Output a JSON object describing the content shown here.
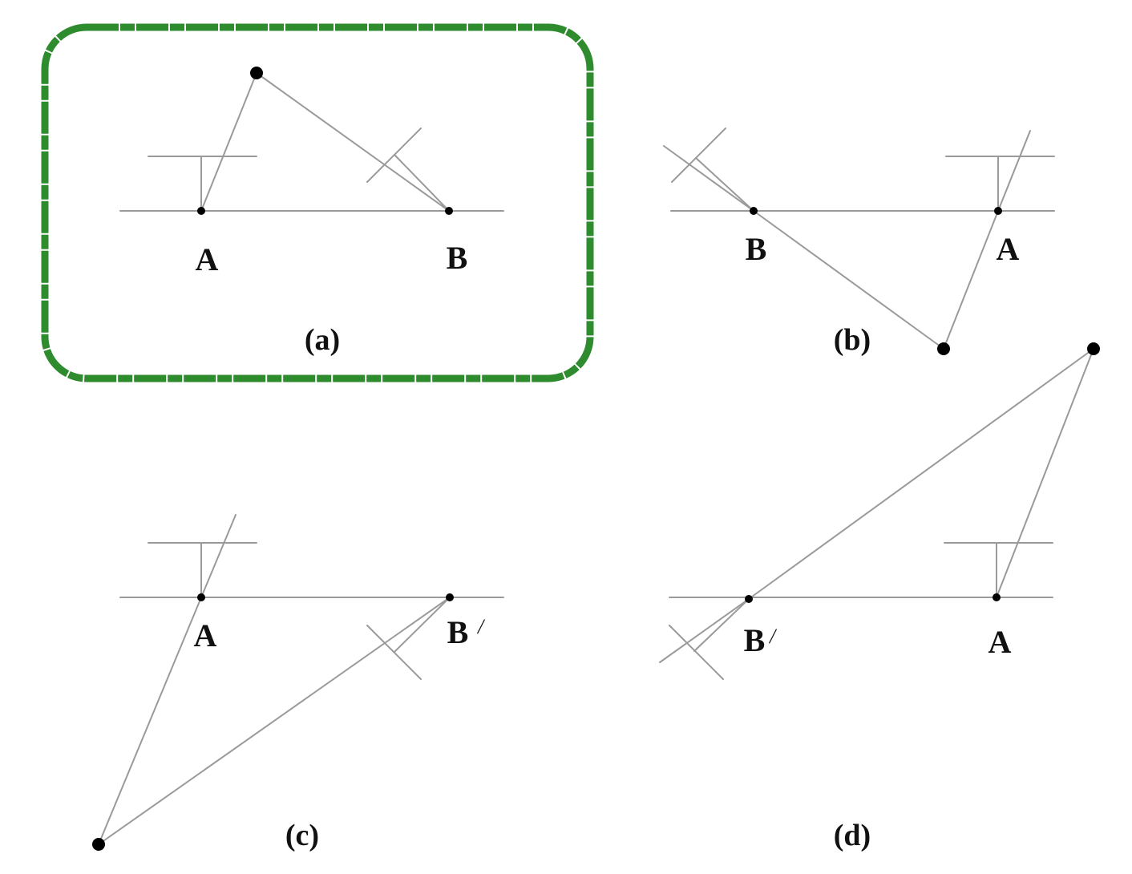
{
  "highlight": {
    "panel": "a",
    "border_color": "#2e8b2e"
  },
  "colors": {
    "line": "#9a9a9a",
    "point": "#000000",
    "text": "#111111"
  },
  "panels": [
    {
      "id": "a",
      "caption": "(a)",
      "point_labels": [
        "A",
        "B"
      ]
    },
    {
      "id": "b",
      "caption": "(b)",
      "point_labels": [
        "B",
        "A"
      ]
    },
    {
      "id": "c",
      "caption": "(c)",
      "point_labels": [
        "A",
        "B"
      ],
      "prime_mark": "/"
    },
    {
      "id": "d",
      "caption": "(d)",
      "point_labels": [
        "B",
        "A"
      ],
      "prime_mark": "/"
    }
  ]
}
